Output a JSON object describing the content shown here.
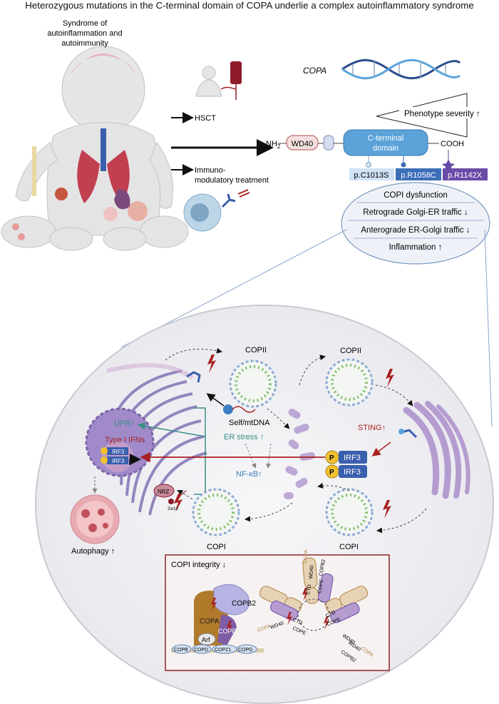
{
  "title": "Heterozygous mutations in the C-terminal domain of COPA underlie a complex autoinflammatory syndrome",
  "syndrome_label": "Syndrome of\nautoinflammation and\nautoimmunity",
  "treatments": {
    "hsct": "HSCT",
    "immuno": "Immuno-\nmodulatory treatment"
  },
  "gene": {
    "name": "COPA",
    "severity_label": "Phenotype severity ↑",
    "nh2": "NH₂",
    "wd40": "WD40",
    "cterm": "C-terminal\ndomain",
    "cooh": "COOH",
    "mutations": [
      "p.C1013S",
      "p.R1058C",
      "p.R1142X"
    ]
  },
  "dysfunction": {
    "header": "COPI dysfunction",
    "items": [
      "Retrograde Golgi-ER traffic ↓",
      "Anterograde ER-Golgi traffic ↓",
      "Inflammation ↑"
    ]
  },
  "cell": {
    "copii_top": "COPII",
    "copii_right": "COPII",
    "copi_left": "COPI",
    "copi_right": "COPI",
    "self_mtdna": "Self/mtDNA",
    "upr": "UPR↑",
    "type1_ifn": "Type I IFNs",
    "irf3": "IRF3",
    "er_stress": "ER stress ↑",
    "nfkb": "NF-κB↑",
    "sting": "STING↑",
    "p": "P",
    "autophagy": "Autophagy ↑",
    "nrz": "NRZ",
    "zw10": "Zw10"
  },
  "integrity": {
    "header": "COPI integrity ↓",
    "subunits": [
      "COPB2",
      "COPA",
      "COPE",
      "Arf",
      "COPB",
      "COPD",
      "COPZ1",
      "COPG"
    ],
    "triskelion": [
      "COPA",
      "WD40",
      "COPA",
      "WD40",
      "CTD",
      "COPE",
      "COPB2",
      "WD40",
      "CTD",
      "COPE",
      "CTD",
      "COPE",
      "COPA",
      "WD40",
      "COPB2"
    ]
  },
  "colors": {
    "brain_pink": "#e8b4c0",
    "er_purple": "#8a7ab8",
    "golgi_purple": "#b59cd0",
    "vesicle_green": "#7fbf6a",
    "nucleus": "#a08ac9",
    "irf3_blue": "#3a5fae",
    "p_yellow": "#f2c12e",
    "cterm_blue": "#5ba3d9",
    "mut1": "#cfe2f4",
    "mut2": "#3b6fb8",
    "mut3": "#6a4ba8",
    "red_arrow": "#a82020",
    "teal": "#3a8f86"
  }
}
